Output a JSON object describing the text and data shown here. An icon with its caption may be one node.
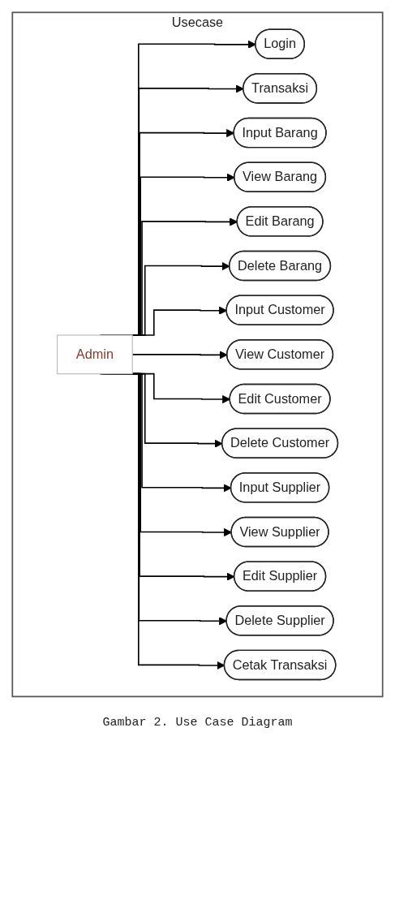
{
  "diagram": {
    "caption": "Gambar 2. Use Case Diagram",
    "nodes": [
      {
        "text": [
          "Usecase"
        ]
      },
      {
        "text": [
          "Admin"
        ],
        "in": 0
      },
      {
        "text": [
          "Login"
        ],
        "in": 0
      },
      {
        "text": [
          "Transaksi"
        ],
        "in": 0
      },
      {
        "text": [
          "Input Barang"
        ],
        "in": 0
      },
      {
        "text": [
          "View Barang"
        ],
        "in": 0
      },
      {
        "text": [
          "Edit Barang"
        ],
        "in": 0
      },
      {
        "text": [
          "Delete Barang"
        ],
        "in": 0
      },
      {
        "text": [
          "Input Customer"
        ],
        "in": 0
      },
      {
        "text": [
          "View Customer"
        ],
        "in": 0
      },
      {
        "text": [
          "Edit Customer"
        ],
        "in": 0
      },
      {
        "text": [
          "Delete Customer"
        ],
        "in": 0
      },
      {
        "text": [
          "Input Supplier"
        ],
        "in": 0
      },
      {
        "text": [
          "View Supplier"
        ],
        "in": 0
      },
      {
        "text": [
          "Edit Supplier"
        ],
        "in": 0
      },
      {
        "text": [
          "Delete Supplier"
        ],
        "in": 0
      },
      {
        "text": [
          "Cetak Transaksi"
        ],
        "in": 0
      }
    ],
    "edges": [
      {
        "from": 1,
        "to": 2,
        "arrow": "to"
      },
      {
        "from": 1,
        "to": 3,
        "arrow": "to"
      },
      {
        "from": 1,
        "to": 4,
        "arrow": "to"
      },
      {
        "from": 1,
        "to": 5,
        "arrow": "to"
      },
      {
        "from": 1,
        "to": 6,
        "arrow": "to"
      },
      {
        "from": 1,
        "to": 7,
        "arrow": "to"
      },
      {
        "from": 1,
        "to": 8,
        "arrow": "to"
      },
      {
        "from": 1,
        "to": 9,
        "arrow": "to"
      },
      {
        "from": 1,
        "to": 10,
        "arrow": "to"
      },
      {
        "from": 1,
        "to": 11,
        "arrow": "to"
      },
      {
        "from": 1,
        "to": 12,
        "arrow": "to"
      },
      {
        "from": 1,
        "to": 13,
        "arrow": "to"
      },
      {
        "from": 1,
        "to": 14,
        "arrow": "to"
      },
      {
        "from": 1,
        "to": 15,
        "arrow": "to"
      },
      {
        "from": 1,
        "to": 16,
        "arrow": "to"
      }
    ]
  }
}
